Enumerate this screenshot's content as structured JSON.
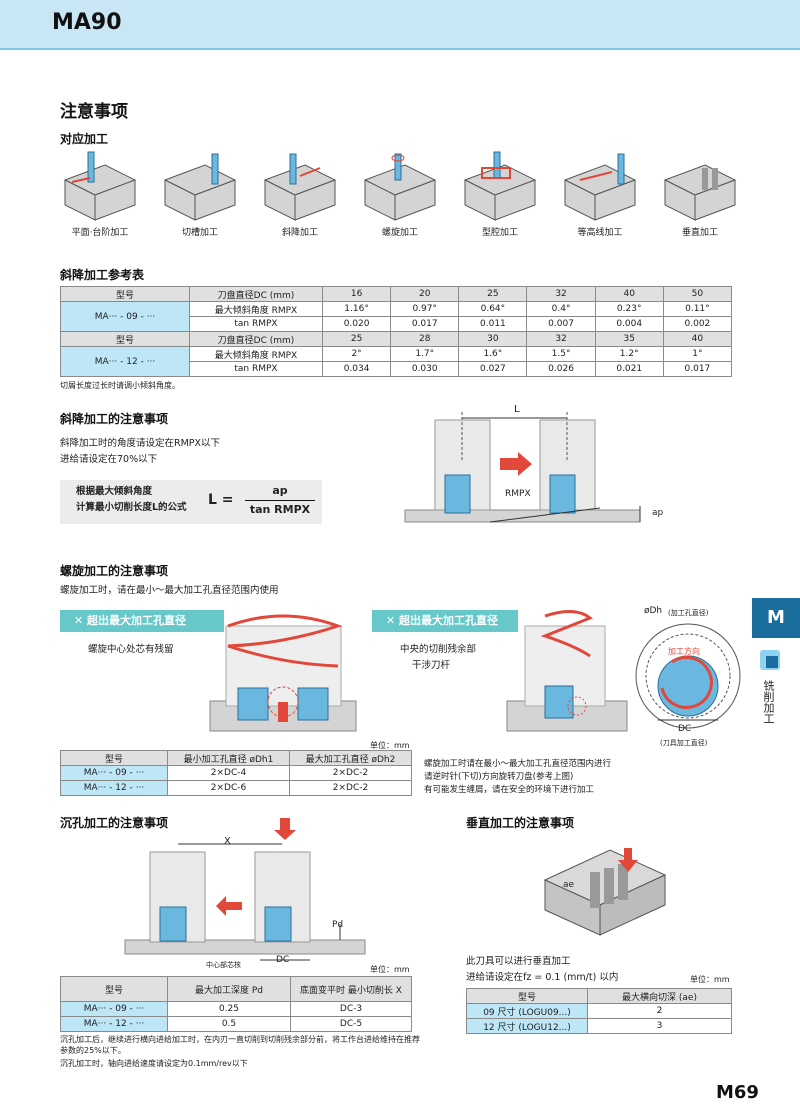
{
  "header": {
    "title": "MA90"
  },
  "page_title": "注意事项",
  "section_applications": {
    "title": "对应加工",
    "items": [
      "平面·台阶加工",
      "切槽加工",
      "斜降加工",
      "螺旋加工",
      "型腔加工",
      "等高线加工",
      "垂直加工"
    ]
  },
  "ramp_table": {
    "title": "斜降加工参考表",
    "col_model": "型号",
    "group1": {
      "model": "MA··· - 09 - ···",
      "rows": [
        {
          "label": "刀盘直径DC (mm)",
          "values": [
            "16",
            "20",
            "25",
            "32",
            "40",
            "50"
          ]
        },
        {
          "label": "最大倾斜角度 RMPX",
          "values": [
            "1.16°",
            "0.97°",
            "0.64°",
            "0.4°",
            "0.23°",
            "0.11°"
          ]
        },
        {
          "label": "tan RMPX",
          "values": [
            "0.020",
            "0.017",
            "0.011",
            "0.007",
            "0.004",
            "0.002"
          ]
        }
      ]
    },
    "group2": {
      "model": "MA··· - 12 - ···",
      "rows": [
        {
          "label": "刀盘直径DC (mm)",
          "values": [
            "25",
            "28",
            "30",
            "32",
            "35",
            "40"
          ]
        },
        {
          "label": "最大倾斜角度 RMPX",
          "values": [
            "2°",
            "1.7°",
            "1.6°",
            "1.5°",
            "1.2°",
            "1°"
          ]
        },
        {
          "label": "tan RMPX",
          "values": [
            "0.034",
            "0.030",
            "0.027",
            "0.026",
            "0.021",
            "0.017"
          ]
        }
      ]
    },
    "note": "切屑长度过长时请调小倾斜角度。"
  },
  "ramp_notes": {
    "title": "斜降加工的注意事项",
    "line1": "斜降加工时的角度请设定在RMPX以下",
    "line2": "进给请设定在70%以下",
    "formula_desc1": "根据最大倾斜角度",
    "formula_desc2": "计算最小切削长度L的公式",
    "formula_lhs": "L =",
    "formula_num": "ap",
    "formula_den": "tan RMPX",
    "label_L": "L",
    "label_rmpx": "RMPX",
    "label_ap": "ap"
  },
  "helix_notes": {
    "title": "螺旋加工的注意事项",
    "intro": "螺旋加工时，请在最小～最大加工孔直径范围内使用",
    "warn1_title": "✕ 超出最大加工孔直径",
    "warn1_text": "螺旋中心处芯有残留",
    "warn2_title": "✕ 超出最大加工孔直径",
    "warn2_text1": "中央的切削残余部",
    "warn2_text2": "干涉刀杆",
    "diag_dh": "øDh",
    "diag_dh_note": "(加工孔直径)",
    "diag_dir": "加工方向",
    "diag_dc": "DC",
    "diag_dc_note": "(刀具加工直径)",
    "unit": "单位：mm",
    "table": {
      "headers": [
        "型号",
        "最小加工孔直径 øDh1",
        "最大加工孔直径 øDh2"
      ],
      "rows": [
        [
          "MA··· - 09 - ···",
          "2×DC-4",
          "2×DC-2"
        ],
        [
          "MA··· - 12 - ···",
          "2×DC-6",
          "2×DC-2"
        ]
      ]
    },
    "side1": "螺旋加工时请在最小～最大加工孔直径范围内进行",
    "side2": "请逆时针(下切)方向旋转刀盘(参考上图)",
    "side3": "有可能发生缠屑，请在安全的环境下进行加工"
  },
  "counterbore": {
    "title": "沉孔加工的注意事项",
    "label_x": "X",
    "label_pd": "Pd",
    "label_dc": "DC",
    "label_core": "中心部芯核",
    "unit": "单位：mm",
    "table": {
      "headers": [
        "型号",
        "最大加工深度 Pd",
        "底面变平时 最小切削长 X"
      ],
      "rows": [
        [
          "MA··· - 09 - ···",
          "0.25",
          "DC-3"
        ],
        [
          "MA··· - 12 - ···",
          "0.5",
          "DC-5"
        ]
      ]
    },
    "note1": "沉孔加工后，继续进行横向进给加工时，在内刃一直切削到切削残余部分前，将工作台进给维持在推荐参数的25%以下。",
    "note2": "沉孔加工时，轴向进给速度请设定为0.1mm/rev以下"
  },
  "plunge": {
    "title": "垂直加工的注意事项",
    "label_ae": "ae",
    "line1": "此刀具可以进行垂直加工",
    "line2": "进给请设定在fz = 0.1 (mm/t) 以内",
    "unit": "单位：mm",
    "table": {
      "headers": [
        "型号",
        "最大横向切深 (ae)"
      ],
      "rows": [
        [
          "09 尺寸 (LOGU09...)",
          "2"
        ],
        [
          "12 尺寸 (LOGU12...)",
          "3"
        ]
      ]
    }
  },
  "side_tab": {
    "letter": "M",
    "text": "铣削加工"
  },
  "footer": {
    "page": "M69"
  },
  "colors": {
    "accent": "#1b6d9e",
    "header_bg": "#c9e6f5",
    "cyan_cell": "#bde6f7",
    "warn": "#66c8c8",
    "arrow": "#e2483a"
  }
}
